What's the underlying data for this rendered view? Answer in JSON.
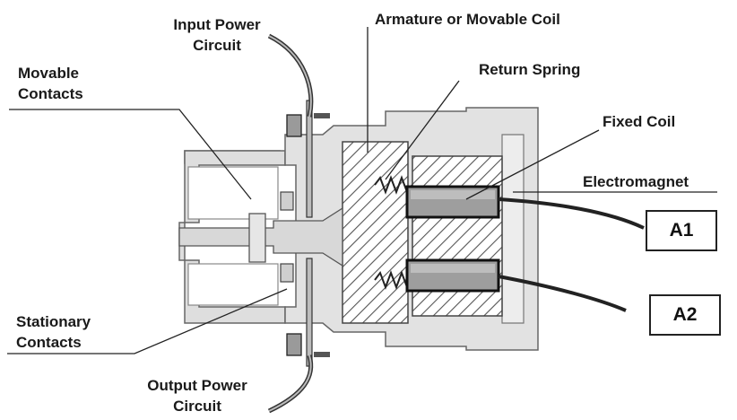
{
  "labels": {
    "input_power_line1": "Input Power",
    "input_power_line2": "Circuit",
    "movable_contacts_line1": "Movable",
    "movable_contacts_line2": "Contacts",
    "armature": "Armature or Movable Coil",
    "return_spring": "Return Spring",
    "fixed_coil": "Fixed Coil",
    "electromagnet": "Electromagnet",
    "stationary_contacts_line1": "Stationary",
    "stationary_contacts_line2": "Contacts",
    "output_power_line1": "Output Power",
    "output_power_line2": "Circuit"
  },
  "terminals": {
    "a1": "A1",
    "a2": "A2"
  }
}
